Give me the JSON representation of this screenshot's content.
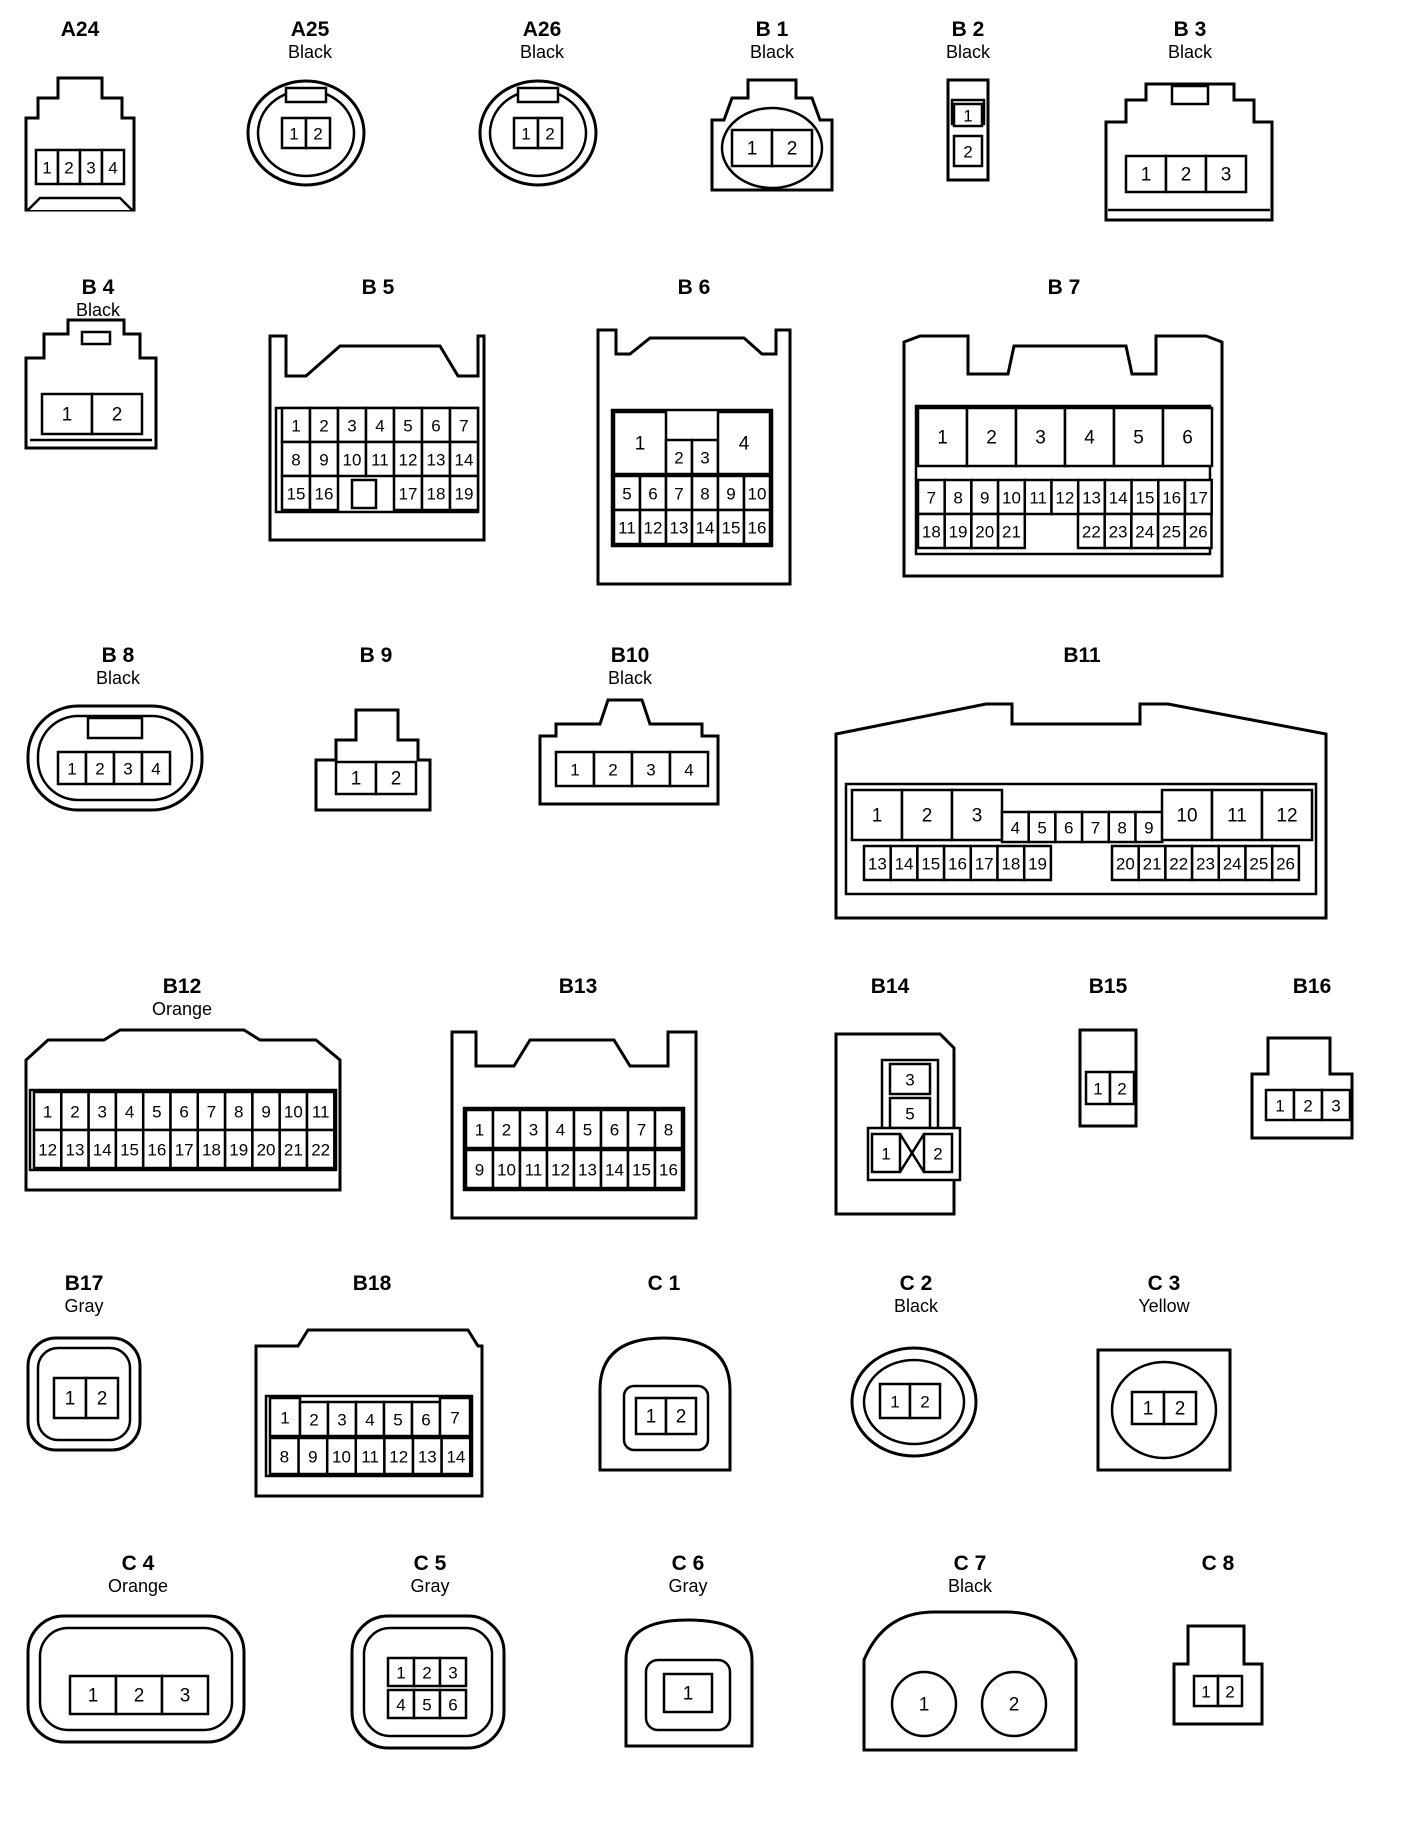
{
  "connectors": [
    {
      "id": "A24",
      "color": "",
      "pins": [
        "1",
        "2",
        "3",
        "4"
      ]
    },
    {
      "id": "A25",
      "color": "Black",
      "pins": [
        "1",
        "2"
      ]
    },
    {
      "id": "A26",
      "color": "Black",
      "pins": [
        "1",
        "2"
      ]
    },
    {
      "id": "B 1",
      "color": "Black",
      "pins": [
        "1",
        "2"
      ]
    },
    {
      "id": "B 2",
      "color": "Black",
      "pins": [
        "1",
        "2"
      ]
    },
    {
      "id": "B 3",
      "color": "Black",
      "pins": [
        "1",
        "2",
        "3"
      ]
    },
    {
      "id": "B 4",
      "color": "Black",
      "pins": [
        "1",
        "2"
      ]
    },
    {
      "id": "B 5",
      "color": "",
      "pins": [
        "1",
        "2",
        "3",
        "4",
        "5",
        "6",
        "7",
        "8",
        "9",
        "10",
        "11",
        "12",
        "13",
        "14",
        "15",
        "16",
        "17",
        "18",
        "19"
      ]
    },
    {
      "id": "B 6",
      "color": "",
      "pins": [
        "1",
        "2",
        "3",
        "4",
        "5",
        "6",
        "7",
        "8",
        "9",
        "10",
        "11",
        "12",
        "13",
        "14",
        "15",
        "16"
      ]
    },
    {
      "id": "B 7",
      "color": "",
      "pins": [
        "1",
        "2",
        "3",
        "4",
        "5",
        "6",
        "7",
        "8",
        "9",
        "10",
        "11",
        "12",
        "13",
        "14",
        "15",
        "16",
        "17",
        "18",
        "19",
        "20",
        "21",
        "22",
        "23",
        "24",
        "25",
        "26"
      ]
    },
    {
      "id": "B 8",
      "color": "Black",
      "pins": [
        "1",
        "2",
        "3",
        "4"
      ]
    },
    {
      "id": "B 9",
      "color": "",
      "pins": [
        "1",
        "2"
      ]
    },
    {
      "id": "B10",
      "color": "Black",
      "pins": [
        "1",
        "2",
        "3",
        "4"
      ]
    },
    {
      "id": "B11",
      "color": "",
      "pins": [
        "1",
        "2",
        "3",
        "4",
        "5",
        "6",
        "7",
        "8",
        "9",
        "10",
        "11",
        "12",
        "13",
        "14",
        "15",
        "16",
        "17",
        "18",
        "19",
        "20",
        "21",
        "22",
        "23",
        "24",
        "25",
        "26"
      ]
    },
    {
      "id": "B12",
      "color": "Orange",
      "pins": [
        "1",
        "2",
        "3",
        "4",
        "5",
        "6",
        "7",
        "8",
        "9",
        "10",
        "11",
        "12",
        "13",
        "14",
        "15",
        "16",
        "17",
        "18",
        "19",
        "20",
        "21",
        "22"
      ]
    },
    {
      "id": "B13",
      "color": "",
      "pins": [
        "1",
        "2",
        "3",
        "4",
        "5",
        "6",
        "7",
        "8",
        "9",
        "10",
        "11",
        "12",
        "13",
        "14",
        "15",
        "16"
      ]
    },
    {
      "id": "B14",
      "color": "",
      "pins": [
        "3",
        "5",
        "1",
        "2"
      ]
    },
    {
      "id": "B15",
      "color": "",
      "pins": [
        "1",
        "2"
      ]
    },
    {
      "id": "B16",
      "color": "",
      "pins": [
        "1",
        "2",
        "3"
      ]
    },
    {
      "id": "B17",
      "color": "Gray",
      "pins": [
        "1",
        "2"
      ]
    },
    {
      "id": "B18",
      "color": "",
      "pins": [
        "1",
        "2",
        "3",
        "4",
        "5",
        "6",
        "7",
        "8",
        "9",
        "10",
        "11",
        "12",
        "13",
        "14"
      ]
    },
    {
      "id": "C 1",
      "color": "",
      "pins": [
        "1",
        "2"
      ]
    },
    {
      "id": "C 2",
      "color": "Black",
      "pins": [
        "1",
        "2"
      ]
    },
    {
      "id": "C 3",
      "color": "Yellow",
      "pins": [
        "1",
        "2"
      ]
    },
    {
      "id": "C 4",
      "color": "Orange",
      "pins": [
        "1",
        "2",
        "3"
      ]
    },
    {
      "id": "C 5",
      "color": "Gray",
      "pins": [
        "1",
        "2",
        "3",
        "4",
        "5",
        "6"
      ]
    },
    {
      "id": "C 6",
      "color": "Gray",
      "pins": [
        "1"
      ]
    },
    {
      "id": "C 7",
      "color": "Black",
      "pins": [
        "1",
        "2"
      ]
    },
    {
      "id": "C 8",
      "color": "",
      "pins": [
        "1",
        "2"
      ]
    }
  ]
}
